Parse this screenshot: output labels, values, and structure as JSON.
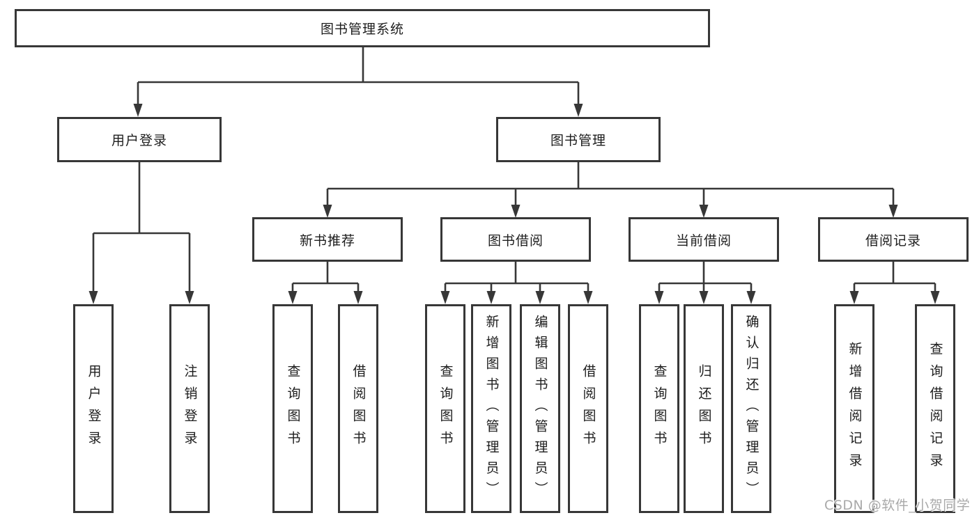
{
  "tree": {
    "root": "图书管理系统",
    "user_login": {
      "label": "用户登录",
      "children": {
        "login": "用户登录",
        "logout": "注销登录"
      }
    },
    "book_mgmt": {
      "label": "图书管理",
      "new_book_rec": {
        "label": "新书推荐",
        "children": {
          "query": "查询图书",
          "borrow": "借阅图书"
        }
      },
      "book_borrow": {
        "label": "图书借阅",
        "children": {
          "query": "查询图书",
          "add": "新增图书（管理员）",
          "edit": "编辑图书（管理员）",
          "borrow": "借阅图书"
        }
      },
      "current_borrow": {
        "label": "当前借阅",
        "children": {
          "query": "查询图书",
          "return": "归还图书",
          "confirm": "确认归还（管理员）"
        }
      },
      "borrow_records": {
        "label": "借阅记录",
        "children": {
          "add": "新增借阅记录",
          "query": "查询借阅记录"
        }
      }
    }
  },
  "watermark": "CSDN @软件_小贺同学",
  "colors": {
    "line": "#373737",
    "box_border": "#373737",
    "box_background": "#ffffff",
    "text": "#1d1d1d",
    "watermark": "#a9a9a9"
  }
}
